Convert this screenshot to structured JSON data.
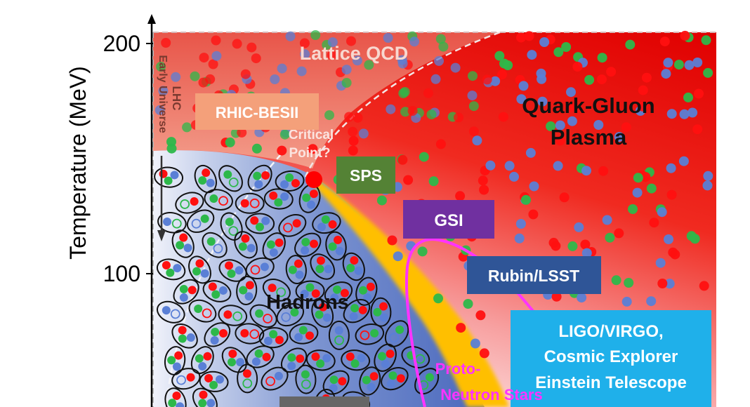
{
  "axis": {
    "ylabel": "Temperature (MeV)",
    "tick_200": "200",
    "tick_100": "100"
  },
  "regions": {
    "lattice": "Lattice QCD",
    "qgp_line1": "Quark-Gluon",
    "qgp_line2": "Plasma",
    "hadrons": "Hadrons",
    "critical_line1": "Critical",
    "critical_line2": "Point?",
    "lhc_line1": "LHC",
    "lhc_line2": "Early Universe",
    "proto_line1": "Proto-",
    "proto_line2": "Neutron Stars"
  },
  "experiments": {
    "rhic": "RHIC-BESII",
    "sps": "SPS",
    "gsi": "GSI",
    "rubin": "Rubin/LSST",
    "ligo_line1": "LIGO/VIRGO,",
    "ligo_line2": "Cosmic Explorer",
    "ligo_line3": "Einstein Telescope"
  },
  "colors": {
    "qgp_red": "#e8201a",
    "hadron_blue": "#3f63b8",
    "crossover_orange": "#ffbf00",
    "rhic_box": "#f4a07a",
    "sps_box": "#548235",
    "gsi_box": "#7030a0",
    "rubin_box": "#2f5597",
    "ligo_box": "#1fb0ea",
    "neutron_star_line": "#ff33ff"
  }
}
